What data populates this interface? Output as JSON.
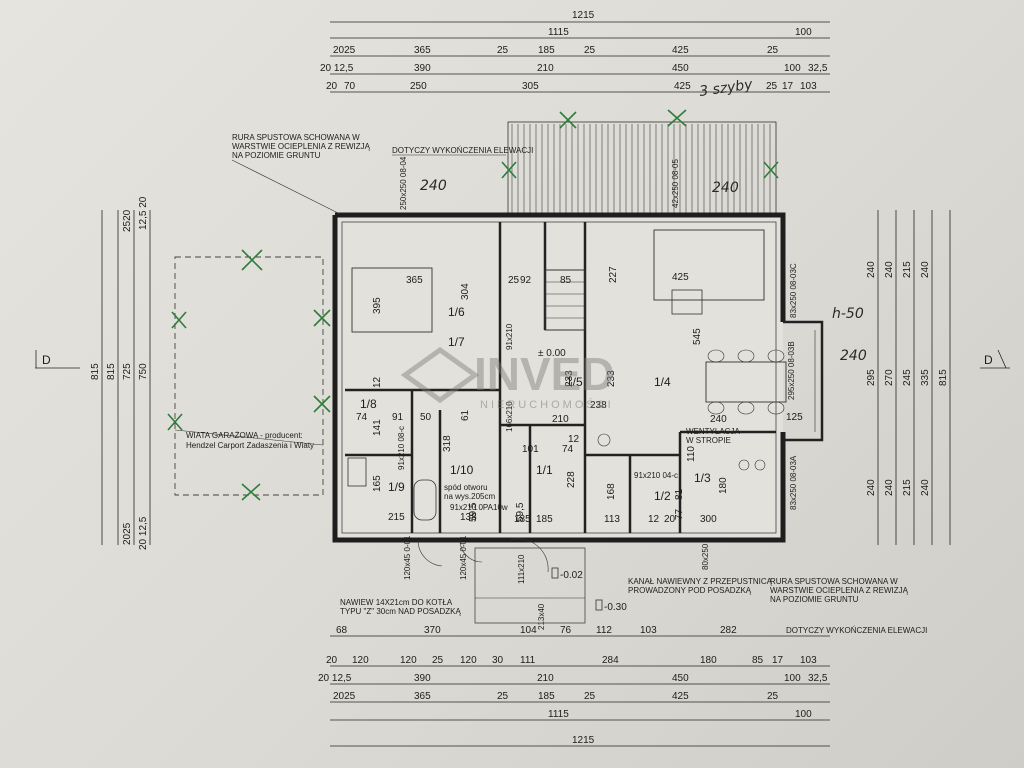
{
  "dims": {
    "top": [
      {
        "row": 0,
        "items": [
          "1215"
        ]
      },
      {
        "row": 1,
        "items": [
          "1115",
          "100"
        ]
      },
      {
        "row": 2,
        "items": [
          "2025",
          "365",
          "25",
          "185",
          "25",
          "425",
          "25"
        ]
      },
      {
        "row": 3,
        "items": [
          "20 12,5",
          "390",
          "210",
          "450",
          "100",
          "32,5"
        ]
      },
      {
        "row": 4,
        "items": [
          "20",
          "70",
          "250",
          "305",
          "425",
          "25",
          "17",
          "103"
        ]
      }
    ],
    "bottom": [
      {
        "row": 0,
        "items": [
          "68",
          "370",
          "104",
          "76",
          "112",
          "103",
          "282"
        ]
      },
      {
        "row": 1,
        "items": [
          "20",
          "120",
          "120",
          "25",
          "120",
          "30",
          "111",
          "284",
          "180",
          "85",
          "17",
          "103"
        ]
      },
      {
        "row": 2,
        "items": [
          "20 12,5",
          "390",
          "210",
          "450",
          "100",
          "32,5"
        ]
      },
      {
        "row": 3,
        "items": [
          "2025",
          "365",
          "25",
          "185",
          "25",
          "425",
          "25"
        ]
      },
      {
        "row": 4,
        "items": [
          "1115",
          "100"
        ]
      },
      {
        "row": 5,
        "items": [
          "1215"
        ]
      }
    ],
    "left": [
      "815",
      "815",
      "725",
      "750",
      "2025",
      "20 12,5",
      "2520",
      "12,5 20"
    ],
    "right": [
      "240",
      "240",
      "215",
      "240",
      "295",
      "270",
      "245",
      "335",
      "815",
      "240",
      "240",
      "215",
      "240"
    ]
  },
  "rooms": [
    {
      "id": "1/6",
      "w": "365",
      "h": "395"
    },
    {
      "id": "1/7"
    },
    {
      "id": "1/8"
    },
    {
      "id": "1/9"
    },
    {
      "id": "1/10"
    },
    {
      "id": "1/1"
    },
    {
      "id": "1/5"
    },
    {
      "id": "1/4"
    },
    {
      "id": "1/3"
    },
    {
      "id": "1/2"
    }
  ],
  "inner_dims": [
    "304",
    "92",
    "85",
    "227",
    "425",
    "545",
    "233",
    "233",
    "210",
    "238",
    "240",
    "125",
    "91",
    "50",
    "74",
    "12",
    "318",
    "61",
    "101",
    "74",
    "228",
    "168",
    "113",
    "300",
    "215",
    "185",
    "138",
    "59,5",
    "59,5",
    "185",
    "180",
    "110",
    "20",
    "81",
    "77",
    "25",
    "12",
    "12",
    "165",
    "141"
  ],
  "labels": {
    "rura_tl": [
      "RURA SPUSTOWA SCHOWANA W",
      "WARSTWIE OCIEPLENIA Z REWIZJĄ",
      "NA POZIOMIE GRUNTU"
    ],
    "dotyczy_top": "DOTYCZY WYKOŃCZENIA ELEWACJI",
    "wiata": [
      "WIATA GARAŻOWA - producent:",
      "Hendzel Carport Zadaszenia i Wiaty"
    ],
    "wentylacja": [
      "WENTYLACJA",
      "W STROPIE"
    ],
    "spod": [
      "spód otworu",
      "na wys.205cm"
    ],
    "nawiew": [
      "NAWIEW 14X21cm DO KOTŁA",
      "TYPU \"Z\" 30cm NAD POSADZKĄ"
    ],
    "kanal": [
      "KANAŁ NAWIEWNY Z PRZEPUSTNICĄ",
      "PROWADZONY POD POSADZKĄ"
    ],
    "rura_br": [
      "RURA SPUSTOWA SCHOWANA W",
      "WARSTWIE OCIEPLENIA Z REWIZJĄ",
      "NA POZIOMIE GRUNTU"
    ],
    "dotyczy_bottom": "DOTYCZY WYKOŃCZENIA ELEWACJI",
    "level_0": "± 0.00",
    "level_1": "-0.02",
    "level_2": "-0.30",
    "section_left": "D",
    "section_right": "D",
    "door_codes": [
      "250x250 08-04",
      "42x250 08-05",
      "83x250 08-03C",
      "295x250 08-03B",
      "83x250 08-03A",
      "91x210 08-c",
      "91x210 0PA10w",
      "166x210",
      "91x210 04-c",
      "80x250",
      "120x45 0-01",
      "120x45 0-01",
      "111x210",
      "213x40",
      "91x210"
    ]
  },
  "handwritten": [
    "240",
    "240",
    "h-50",
    "240",
    "3 szyby"
  ],
  "watermark": {
    "text": "INVED",
    "sub": "NIERUCHOMOŚCI"
  }
}
